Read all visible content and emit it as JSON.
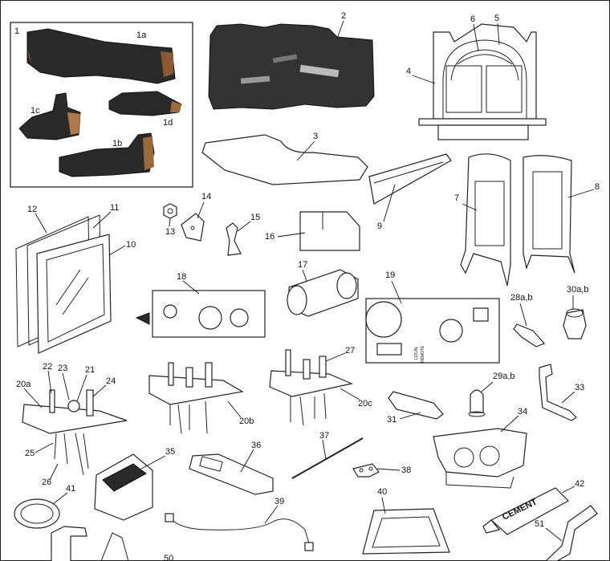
{
  "labels": {
    "l1": "1",
    "l1a": "1a",
    "l1b": "1b",
    "l1c": "1c",
    "l1d": "1d",
    "l2": "2",
    "l3": "3",
    "l4": "4",
    "l5": "5",
    "l6": "6",
    "l7": "7",
    "l8": "8",
    "l9": "9",
    "l10": "10",
    "l11": "11",
    "l12": "12",
    "l13": "13",
    "l14": "14",
    "l15": "15",
    "l16": "16",
    "l17": "17",
    "l18": "18",
    "l19": "19",
    "l20a": "20a",
    "l20b": "20b",
    "l20c": "20c",
    "l21": "21",
    "l22": "22",
    "l23": "23",
    "l24": "24",
    "l25": "25",
    "l26": "26",
    "l27": "27",
    "l28": "28a,b",
    "l29": "29a,b",
    "l30": "30a,b",
    "l31": "31",
    "l33": "33",
    "l34": "34",
    "l35": "35",
    "l36": "36",
    "l37": "37",
    "l38": "38",
    "l39": "39",
    "l40": "40",
    "l41": "41",
    "l42": "42",
    "l50": "50",
    "l51": "51"
  },
  "parts_text": {
    "cement": "CEMENT",
    "local": "LOCAL",
    "remote": "REMOTE"
  }
}
